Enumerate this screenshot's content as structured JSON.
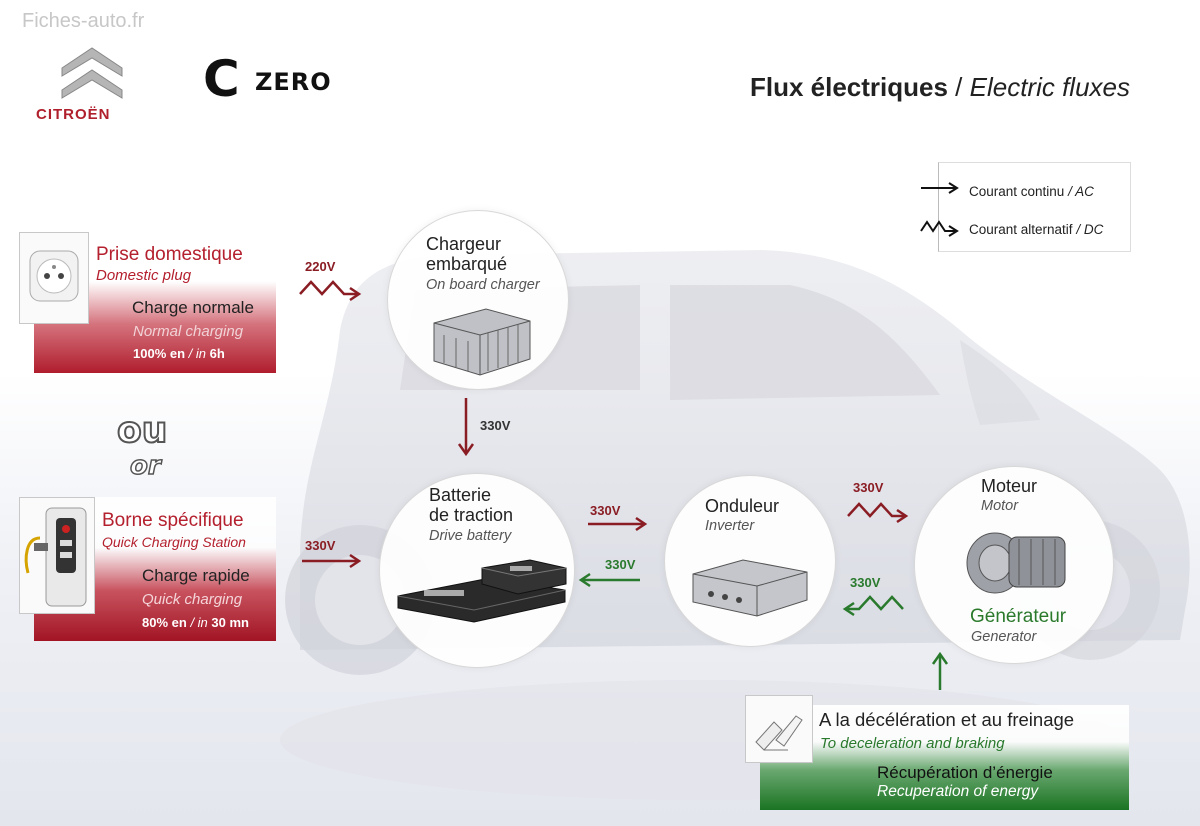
{
  "watermark": "Fiches-auto.fr",
  "brand": {
    "citroen": "CITROËN",
    "czero_c": "C",
    "czero_zero": "ZERO"
  },
  "title": {
    "fr": "Flux électriques",
    "sep": " / ",
    "en": "Electric fluxes"
  },
  "legend": {
    "dc_fr": "Courant continu",
    "dc_en": "/ AC",
    "ac_fr": "Courant alternatif",
    "ac_en": "/ DC"
  },
  "domestic": {
    "title": "Prise domestique",
    "title_en": "Domestic plug",
    "charge": "Charge normale",
    "charge_en": "Normal charging",
    "time_a": "100% en",
    "time_b": "/ in",
    "time_c": "6h"
  },
  "or_fr": "ou",
  "or_en": "or",
  "quick": {
    "title": "Borne spécifique",
    "title_en": "Quick Charging Station",
    "charge": "Charge rapide",
    "charge_en": "Quick charging",
    "time_a": "80% en",
    "time_b": "/ in",
    "time_c": "30 mn"
  },
  "charger": {
    "l1": "Chargeur",
    "l2": "embarqué",
    "en": "On board charger"
  },
  "battery": {
    "l1": "Batterie",
    "l2": "de traction",
    "en": "Drive battery"
  },
  "inverter": {
    "l1": "Onduleur",
    "en": "Inverter"
  },
  "motor": {
    "l1": "Moteur",
    "en": "Motor",
    "gen": "Générateur",
    "gen_en": "Generator"
  },
  "volts": {
    "v220": "220V",
    "v330_down": "330V",
    "v330_left": "330V",
    "v330_bat_inv": "330V",
    "v330_inv_bat": "330V",
    "v330_inv_mot": "330V",
    "v330_mot_inv": "330V"
  },
  "decel": {
    "title": "A la décélération et au freinage",
    "title_en": "To deceleration and braking",
    "rec": "Récupération d’énergie",
    "rec_en": "Recuperation of energy"
  },
  "colors": {
    "red": "#b01d2d",
    "dark_red": "#8a1d24",
    "green": "#1a7422"
  }
}
